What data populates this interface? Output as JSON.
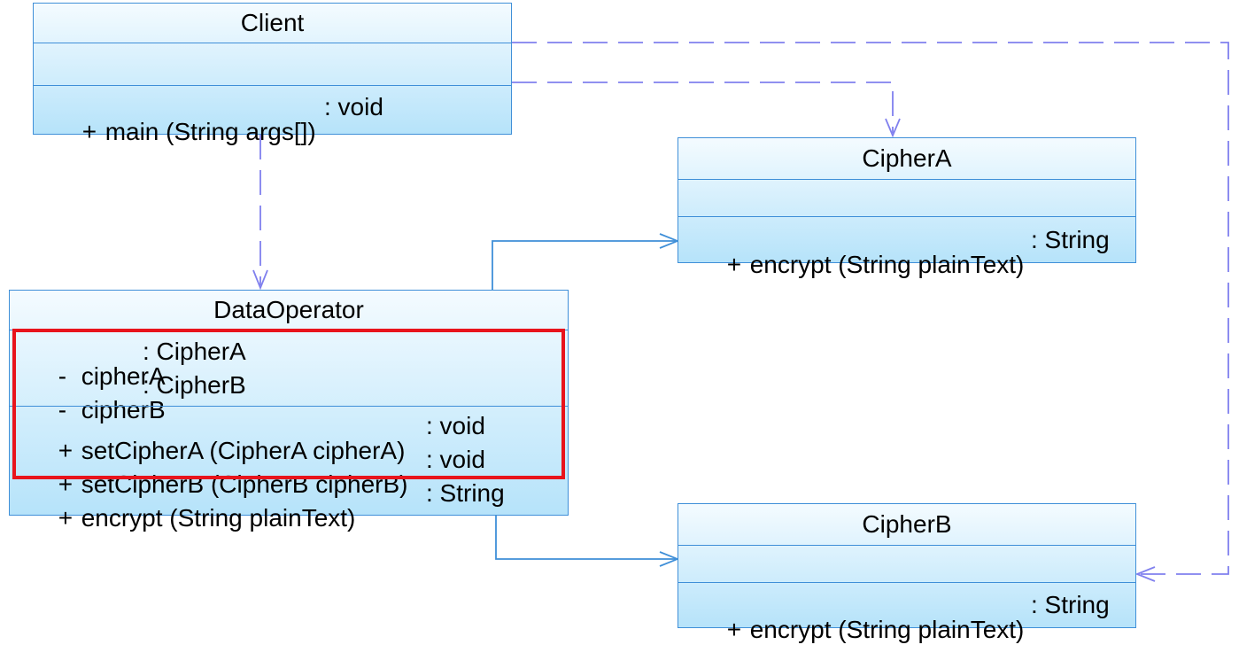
{
  "classes": {
    "client": {
      "name": "Client",
      "attributes": [],
      "methods": [
        {
          "visibility": "+",
          "signature": "main (String args[])",
          "type": ": void"
        }
      ]
    },
    "ciphera": {
      "name": "CipherA",
      "attributes": [],
      "methods": [
        {
          "visibility": "+",
          "signature": "encrypt (String plainText)",
          "type": ": String"
        }
      ]
    },
    "dataoperator": {
      "name": "DataOperator",
      "attributes": [
        {
          "visibility": "-",
          "signature": "cipherA",
          "type": ": CipherA"
        },
        {
          "visibility": "-",
          "signature": "cipherB",
          "type": ": CipherB"
        }
      ],
      "methods": [
        {
          "visibility": "+",
          "signature": "setCipherA (CipherA cipherA)",
          "type": ": void"
        },
        {
          "visibility": "+",
          "signature": "setCipherB (CipherB cipherB)",
          "type": ": void"
        },
        {
          "visibility": "+",
          "signature": "encrypt (String plainText)",
          "type": ": String"
        }
      ]
    },
    "cipherb": {
      "name": "CipherB",
      "attributes": [],
      "methods": [
        {
          "visibility": "+",
          "signature": "encrypt (String plainText)",
          "type": ": String"
        }
      ]
    }
  },
  "relationships": [
    {
      "from": "Client",
      "to": "CipherA",
      "kind": "dependency"
    },
    {
      "from": "Client",
      "to": "CipherB",
      "kind": "dependency"
    },
    {
      "from": "Client",
      "to": "DataOperator",
      "kind": "dependency"
    },
    {
      "from": "DataOperator",
      "to": "CipherA",
      "kind": "association"
    },
    {
      "from": "DataOperator",
      "to": "CipherB",
      "kind": "association"
    }
  ],
  "colors": {
    "class_border": "#3f8fd8",
    "class_fill_top": "#f4fbff",
    "class_fill_bottom": "#b6e3fa",
    "dependency_line": "#8080ee",
    "association_line": "#3f8fd8",
    "highlight": "#e8141c"
  }
}
